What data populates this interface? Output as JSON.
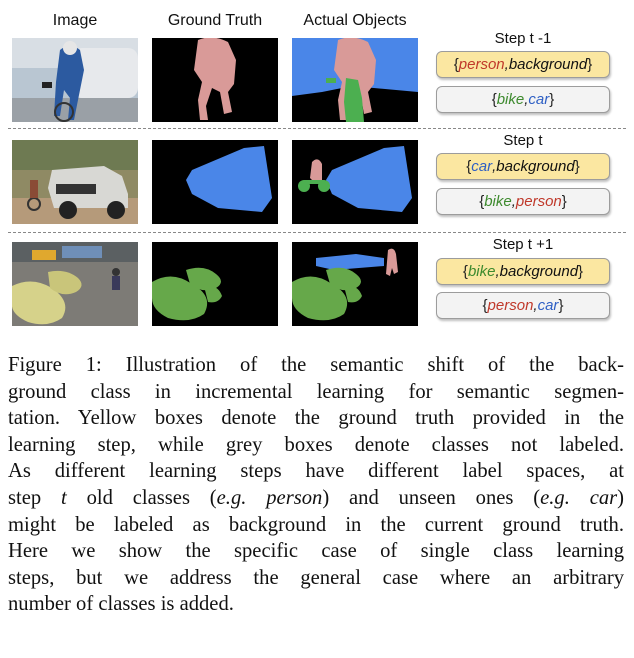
{
  "columns": {
    "image": "Image",
    "ground_truth": "Ground Truth",
    "actual_objects": "Actual Objects"
  },
  "rows": [
    {
      "step": "Step t -1",
      "yellow": {
        "open": "{",
        "c1": "person",
        "sep": ", ",
        "c2": "background",
        "close": "}"
      },
      "grey": {
        "open": "{",
        "c1": "bike",
        "sep": ", ",
        "c2": "car",
        "close": "}"
      }
    },
    {
      "step": "Step t",
      "yellow": {
        "open": "{",
        "c1": "car",
        "sep": ", ",
        "c2": "background",
        "close": "}"
      },
      "grey": {
        "open": "{",
        "c1": "bike",
        "sep": ", ",
        "c2": "person",
        "close": "}"
      }
    },
    {
      "step": "Step t +1",
      "yellow": {
        "open": "{",
        "c1": "bike",
        "sep": ", ",
        "c2": "background",
        "close": "}"
      },
      "grey": {
        "open": "{",
        "c1": "person",
        "sep": ", ",
        "c2": "car",
        "close": "}"
      }
    }
  ],
  "colors": {
    "person": "#c0392b",
    "background": "#111111",
    "bike": "#3d8a2e",
    "car": "#2e5fc4",
    "yellow_box": "#fbe7a1",
    "grey_box": "#f3f3f3",
    "seg_person": "#d99a98",
    "seg_car": "#4a86e8",
    "seg_bike": "#66a84a",
    "seg_bg": "#000000"
  },
  "caption": {
    "l1": "Figure 1:  Illustration of the semantic shift of the back-",
    "l2": "ground class in incremental learning for semantic segmen-",
    "l3": "tation. Yellow boxes denote the ground truth provided in the",
    "l4": "learning step, while grey boxes denote classes not labeled.",
    "l5": "As different learning steps have different label spaces, at",
    "l6a": "step ",
    "l6t": "t",
    "l6b": " old classes (",
    "l6eg1": "e.g. person",
    "l6c": ") and unseen ones (",
    "l6eg2": "e.g. car",
    "l6d": ")",
    "l7": "might be labeled as background in the current ground truth.",
    "l8": "Here we show the specific case of single class learning",
    "l9": "steps, but we address the general case where an arbitrary",
    "l10": "number of classes is added."
  }
}
